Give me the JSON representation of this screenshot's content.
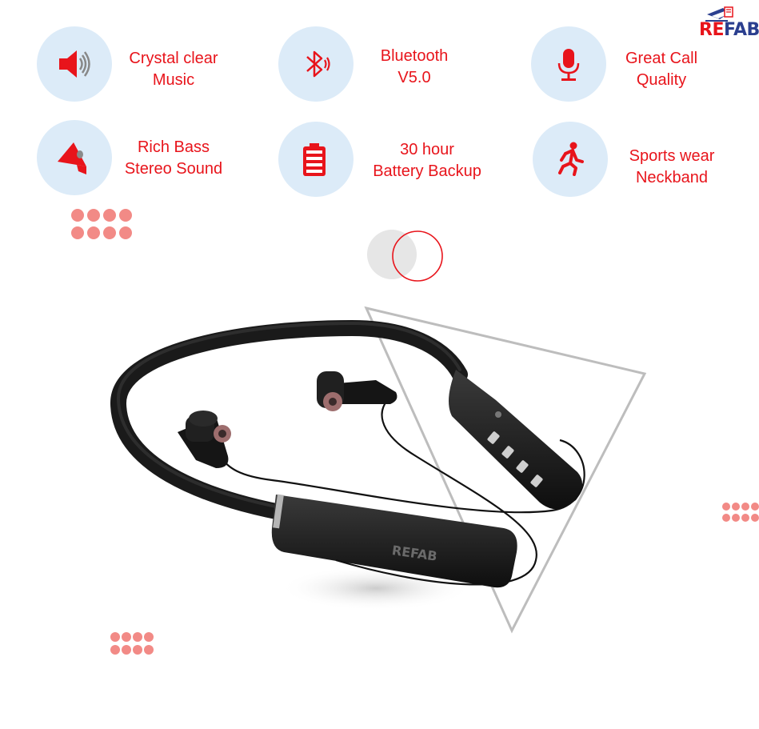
{
  "brand": {
    "prefix": "RE",
    "suffix": "FAB",
    "primary_color": "#e8141b",
    "secondary_color": "#2b3f8f"
  },
  "features": [
    {
      "icon": "speaker-icon",
      "line1": "Crystal clear",
      "line2": "Music"
    },
    {
      "icon": "bluetooth-icon",
      "line1": "Bluetooth",
      "line2": "V5.0"
    },
    {
      "icon": "microphone-icon",
      "line1": "Great Call",
      "line2": "Quality"
    },
    {
      "icon": "bass-speaker-icon",
      "line1": "Rich Bass",
      "line2": "Stereo Sound"
    },
    {
      "icon": "battery-icon",
      "line1": "30 hour",
      "line2": "Battery Backup"
    },
    {
      "icon": "running-person-icon",
      "line1": "Sports wear",
      "line2": "Neckband"
    }
  ],
  "product": {
    "logo_text": "REFAB"
  },
  "colors": {
    "accent": "#e8141b",
    "icon_bg": "#dcebf8",
    "dots": "#f28a86",
    "triangle": "#bdbdbd"
  }
}
